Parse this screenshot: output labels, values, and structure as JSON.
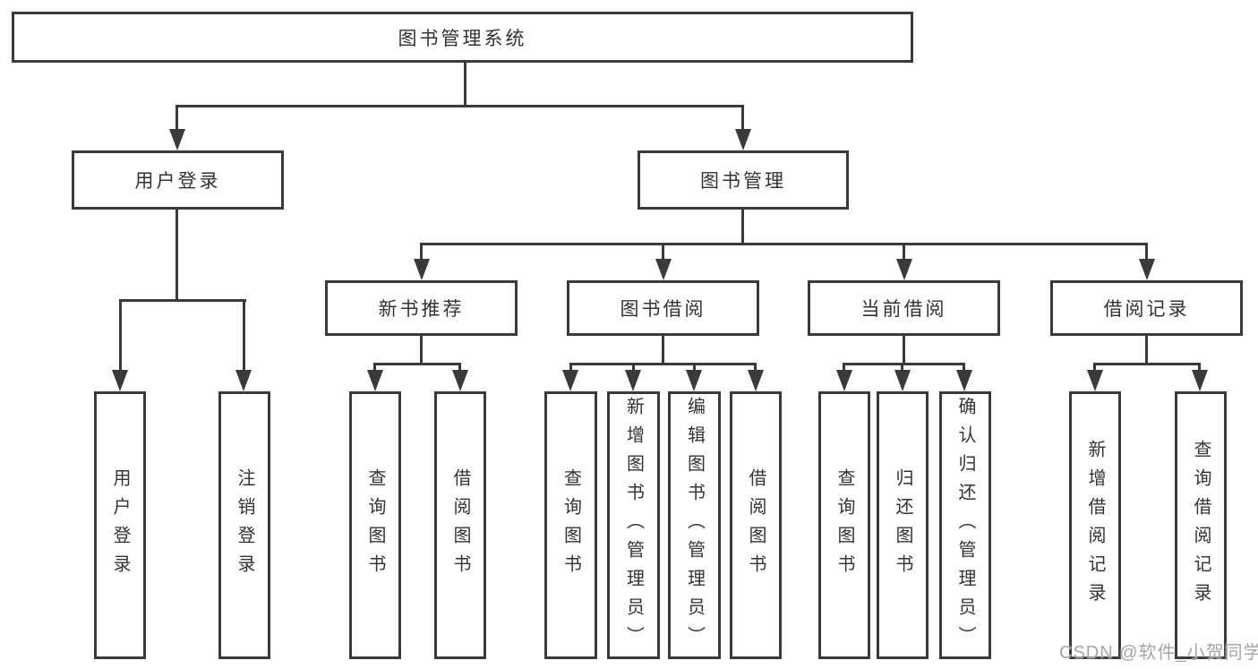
{
  "diagram": {
    "root": {
      "label": "图书管理系统"
    },
    "branches": [
      {
        "label": "用户登录",
        "children": [
          {
            "label": "用户登录"
          },
          {
            "label": "注销登录"
          }
        ]
      },
      {
        "label": "图书管理",
        "children": [
          {
            "label": "新书推荐",
            "children": [
              {
                "label": "查询图书"
              },
              {
                "label": "借阅图书"
              }
            ]
          },
          {
            "label": "图书借阅",
            "children": [
              {
                "label": "查询图书"
              },
              {
                "label": "新增图书（管理员）"
              },
              {
                "label": "编辑图书（管理员）"
              },
              {
                "label": "借阅图书"
              }
            ]
          },
          {
            "label": "当前借阅",
            "children": [
              {
                "label": "查询图书"
              },
              {
                "label": "归还图书"
              },
              {
                "label": "确认归还（管理员）"
              }
            ]
          },
          {
            "label": "借阅记录",
            "children": [
              {
                "label": "新增借阅记录"
              },
              {
                "label": "查询借阅记录"
              }
            ]
          }
        ]
      }
    ],
    "watermark": "CSDN @软件_小贺同学",
    "colors": {
      "line": "#3a3a3a",
      "text": "#333333",
      "watermark": "#9b9b9b"
    }
  }
}
